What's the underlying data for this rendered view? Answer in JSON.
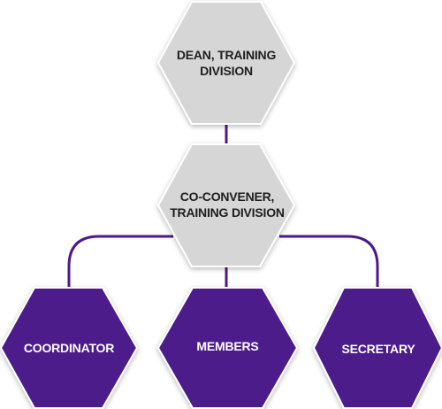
{
  "colors": {
    "top_fill": "#d6d6d6",
    "top_stroke": "#ffffff",
    "bottom_fill": "#4b1a8a",
    "bottom_stroke": "#ffffff",
    "connector": "#4b1a8a",
    "dark_text": "#1e1e1e",
    "light_text": "#ffffff"
  },
  "nodes": {
    "dean": {
      "label": "DEAN, TRAINING\nDIVISION"
    },
    "co_convener": {
      "label": "CO-CONVENER,\nTRAINING DIVISION"
    },
    "coordinator": {
      "label": "COORDINATOR"
    },
    "members": {
      "label": "MEMBERS"
    },
    "secretary": {
      "label": "SECRETARY"
    }
  }
}
